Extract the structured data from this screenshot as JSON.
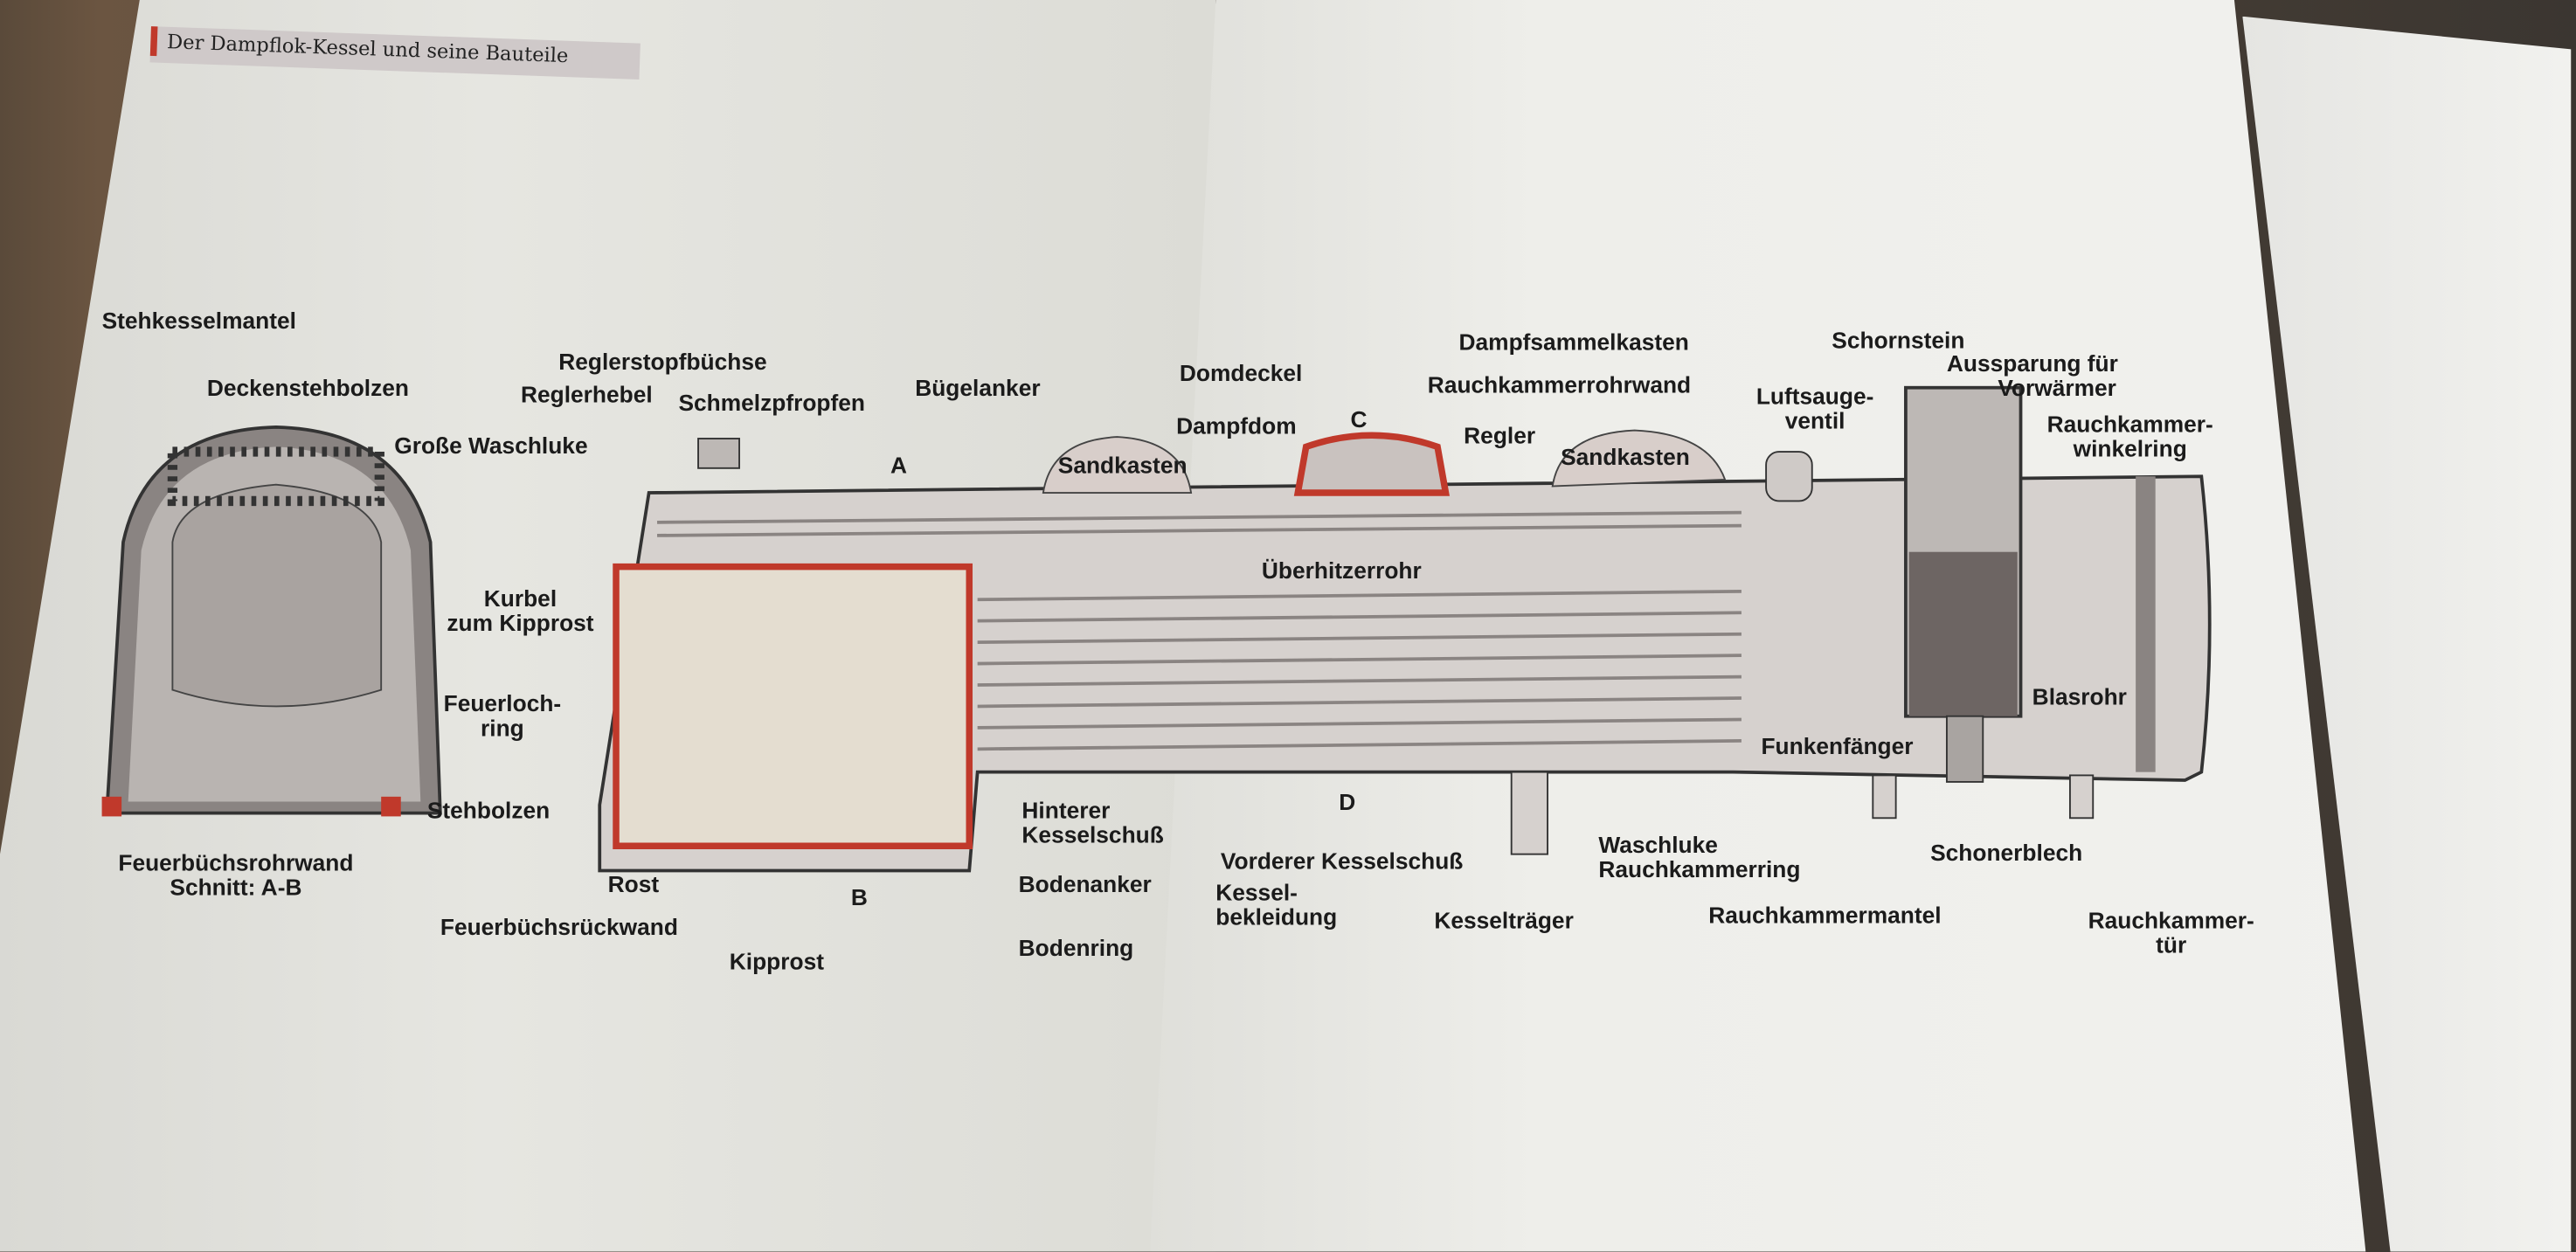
{
  "header": {
    "title": "Der Dampflok-Kessel und seine Bauteile"
  },
  "labels": {
    "stehkesselmantel": "Stehkesselmantel",
    "deckenstehbolzen": "Deckenstehbolzen",
    "grosse_waschluke": "Große Waschluke",
    "reglerstopfbuechse": "Reglerstopfbüchse",
    "reglerhebel": "Reglerhebel",
    "schmelzpfropfen": "Schmelzpfropfen",
    "buegelanker": "Bügelanker",
    "domdeckel": "Domdeckel",
    "dampfdom": "Dampfdom",
    "c": "C",
    "dampfsammelkasten": "Dampfsammelkasten",
    "rauchkammerrohrwand": "Rauchkammerrohrwand",
    "regler": "Regler",
    "schornstein": "Schornstein",
    "aussparung_1": "Aussparung für",
    "aussparung_2": "Vorwärmer",
    "luftsauge_1": "Luftsauge-",
    "luftsauge_2": "ventil",
    "winkelring_1": "Rauchkammer-",
    "winkelring_2": "winkelring",
    "sandkasten_1": "Sandkasten",
    "sandkasten_2": "Sandkasten",
    "a": "A",
    "kurbel_1": "Kurbel",
    "kurbel_2": "zum Kipprost",
    "ueberhitzerrohr": "Überhitzerrohr",
    "feuerloch_1": "Feuerloch-",
    "feuerloch_2": "ring",
    "blasrohr": "Blasrohr",
    "funkenfaenger": "Funkenfänger",
    "stehbolzen": "Stehbolzen",
    "hinterer_1": "Hinterer",
    "hinterer_2": "Kesselschuß",
    "d": "D",
    "rohrwand_1": "Feuerbüchsrohrwand",
    "rohrwand_2": "Schnitt: A-B",
    "vorderer": "Vorderer Kesselschuß",
    "waschluke": "Waschluke",
    "rauchkammerring": "Rauchkammerring",
    "schonerblech": "Schonerblech",
    "rost": "Rost",
    "bodenanker": "Bodenanker",
    "bekleidung_1": "Kessel-",
    "bekleidung_2": "bekleidung",
    "b": "B",
    "rueckwand": "Feuerbüchsrückwand",
    "kesseltraeger": "Kesselträger",
    "rauchkammermantel": "Rauchkammermantel",
    "tuer_1": "Rauchkammer-",
    "tuer_2": "tür",
    "bodenring": "Bodenring",
    "kipprost": "Kipprost"
  },
  "colors": {
    "accent": "#c0392b",
    "metal": "#8f8a88",
    "body": "#d6d1ce"
  }
}
